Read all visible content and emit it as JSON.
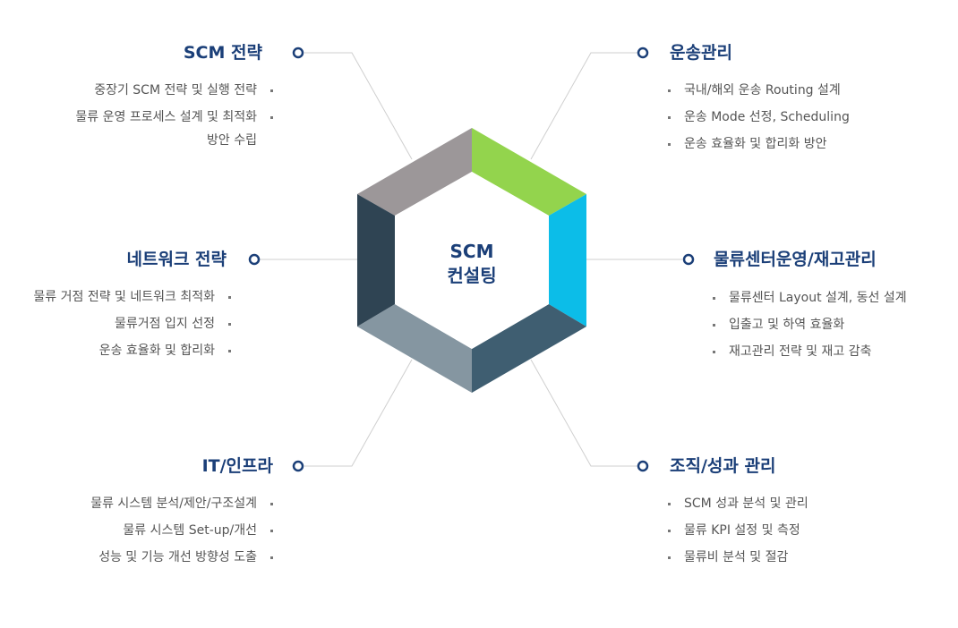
{
  "center": {
    "line1": "SCM",
    "line2": "컨설팅"
  },
  "segments": {
    "colors": {
      "top_left": "#9c9799",
      "top_right": "#93d44d",
      "right": "#0cbde8",
      "bottom_right": "#3f5e71",
      "bottom_left": "#8596a1",
      "left": "#2f4453"
    }
  },
  "sections": {
    "scm_strategy": {
      "title": "SCM 전략",
      "items": [
        "중장기 SCM 전략 및 실행 전략",
        "물류 운영 프로세스 설계 및 최적화",
        "방안 수립"
      ]
    },
    "network_strategy": {
      "title": "네트워크 전략",
      "items": [
        "물류 거점 전략 및 네트워크 최적화",
        "물류거점 입지 선정",
        "운송 효율화 및 합리화"
      ]
    },
    "it_infra": {
      "title": "IT/인프라",
      "items": [
        "물류 시스템 분석/제안/구조설계",
        "물류 시스템 Set-up/개선",
        "성능 및 기능 개선 방향성 도출"
      ]
    },
    "transport": {
      "title": "운송관리",
      "items": [
        "국내/해외 운송 Routing 설계",
        "운송 Mode 선정, Scheduling",
        "운송 효율화 및 합리화 방안"
      ]
    },
    "logistics_center": {
      "title": "물류센터운영/재고관리",
      "items": [
        "물류센터 Layout 설계, 동선 설계",
        "입출고 및 하역 효율화",
        "재고관리 전략 및 재고 감축"
      ]
    },
    "organization": {
      "title": "조직/성과 관리",
      "items": [
        "SCM 성과 분석 및 관리",
        "물류 KPI 설정 및 측정",
        "물류비 분석 및 절감"
      ]
    }
  },
  "accent_color": "#1b3f78"
}
